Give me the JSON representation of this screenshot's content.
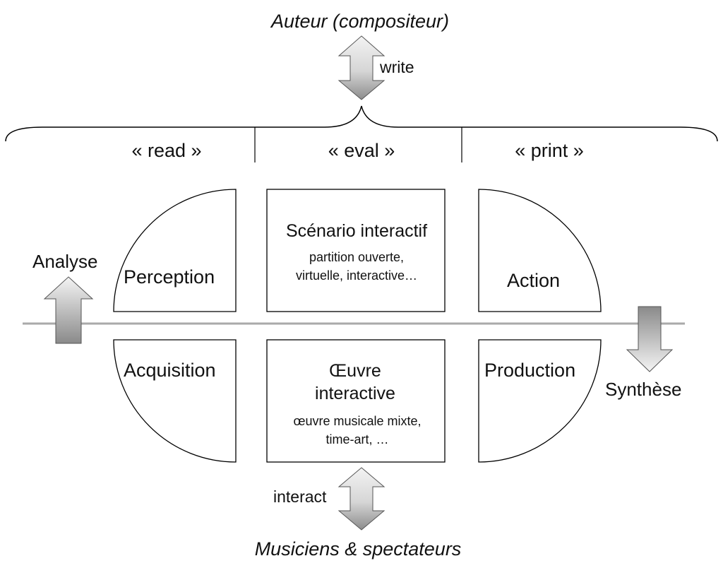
{
  "diagram": {
    "author": "Auteur (compositeur)",
    "musicians": "Musiciens & spectateurs",
    "write_label": "write",
    "interact_label": "interact",
    "analyse_label": "Analyse",
    "synthese_label": "Synthèse",
    "columns": [
      "« read »",
      "« eval »",
      "« print »"
    ],
    "quadrants": {
      "top_left": "Perception",
      "top_right": "Action",
      "bottom_left": "Acquisition",
      "bottom_right": "Production"
    },
    "scenario_box": {
      "title": "Scénario interactif",
      "line1": "partition ouverte,",
      "line2": "virtuelle, interactive…"
    },
    "oeuvre_box": {
      "title_line1": "Œuvre",
      "title_line2": "interactive",
      "line1": "œuvre musicale mixte,",
      "line2": "time-art, …"
    },
    "colors": {
      "stroke": "#000000",
      "axis": "#aaaaaa",
      "arrow_light": "#f2f2f2",
      "arrow_dark": "#8f8f8f"
    }
  }
}
